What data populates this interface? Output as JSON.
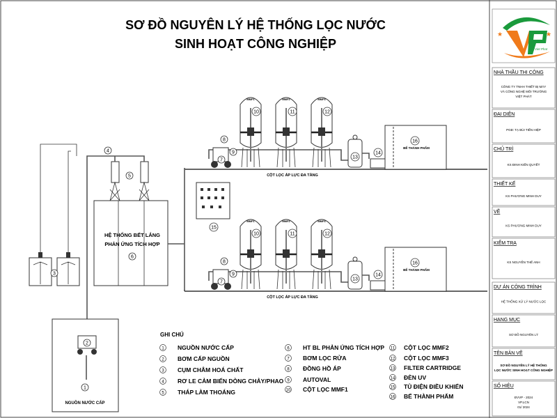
{
  "title": {
    "line1": "SƠ ĐỒ NGUYÊN LÝ HỆ THỐNG LỌC NƯỚC",
    "line2": "SINH HOẠT CÔNG NGHIỆP"
  },
  "logo": {
    "text": "Viet Phat",
    "colors": {
      "green": "#1a9a3c",
      "orange": "#f07a1a"
    }
  },
  "diagram": {
    "settling_tank_label_1": "HỆ THỐNG BẾT LẮNG",
    "settling_tank_label_2": "PHẢN ỨNG TÍCH HỢP",
    "source_label": "NGUỒN NƯỚC CẤP",
    "filter_row_label": "CỘT LỌC ÁP LỰC ĐA TẦNG",
    "product_tank_label": "BỂ THÀNH PHẨM",
    "mmf_tags": [
      "MMF1",
      "MMF2",
      "MMF3"
    ],
    "numbers": [
      "1",
      "2",
      "3",
      "4",
      "5",
      "6",
      "7",
      "8",
      "9",
      "10",
      "11",
      "12",
      "13",
      "14",
      "15",
      "16"
    ]
  },
  "legend": {
    "title": "GHI CHÚ",
    "items": [
      {
        "n": "1",
        "label": "NGUỒN NƯỚC CẤP"
      },
      {
        "n": "2",
        "label": "BƠM CẤP NGUỒN"
      },
      {
        "n": "3",
        "label": "CỤM CHÂM HOÁ CHẤT"
      },
      {
        "n": "4",
        "label": "RƠ LE CẢM BIẾN DÒNG CHẢY/PHAO"
      },
      {
        "n": "5",
        "label": "THÁP LÀM THOÁNG"
      },
      {
        "n": "6",
        "label": "HT BL PHẢN ỨNG TÍCH HỢP"
      },
      {
        "n": "7",
        "label": "BƠM LỌC RỬA"
      },
      {
        "n": "8",
        "label": "ĐỒNG HỒ ÁP"
      },
      {
        "n": "9",
        "label": "AUTOVAL"
      },
      {
        "n": "10",
        "label": "CỘT LỌC MMF1"
      },
      {
        "n": "11",
        "label": "CỘT LỌC MMF2"
      },
      {
        "n": "12",
        "label": "CỘT LỌC MMF3"
      },
      {
        "n": "13",
        "label": "FILTER CARTRIDGE"
      },
      {
        "n": "14",
        "label": "ĐÈN UV"
      },
      {
        "n": "15",
        "label": "TỦ ĐIỆN ĐIỀU KHIỂN"
      },
      {
        "n": "16",
        "label": "BỂ THÀNH PHẨM"
      }
    ]
  },
  "title_block": [
    {
      "heading": "NHÀ THẦU THI CÔNG",
      "lines": [
        "CÔNG TY TNHH THIẾT BỊ MÁY",
        "VÀ CÔNG NGHỆ MÔI TRƯỜNG",
        "VIỆT PHÁT"
      ]
    },
    {
      "heading": "ĐẠI DIỆN",
      "lines": [
        "PGĐ: TẠ BÙI TIẾN HIỆP"
      ]
    },
    {
      "heading": "CHỦ TRÌ",
      "lines": [
        "KS ĐINH KIẾN QUYẾT"
      ]
    },
    {
      "heading": "THIẾT KẾ",
      "lines": [
        "KS PHƯƠNG MINH DUY"
      ]
    },
    {
      "heading": "VẼ",
      "lines": [
        "KS PHƯƠNG MINH DUY"
      ]
    },
    {
      "heading": "KIỂM TRA",
      "lines": [
        "KS NGUYỄN THẾ ANH"
      ]
    },
    {
      "heading": "DỰ ÁN CÔNG TRÌNH",
      "lines": [
        "HỆ THỐNG XỬ LÝ NƯỚC LỌC"
      ]
    },
    {
      "heading": "HẠNG MỤC",
      "lines": [
        "SƠ ĐỒ NGUYÊN LÝ"
      ]
    },
    {
      "heading": "TÊN BẢN VẼ",
      "lines": [
        "SƠ ĐỒ NGUYÊN LÝ HỆ THỐNG",
        "LỌC NƯỚC SINH HOẠT CÔNG NGHIỆP"
      ]
    },
    {
      "heading": "SỐ HIỆU",
      "lines": [
        "ĐVVP - 2024",
        "VP.LCN",
        "01/ 2024"
      ]
    }
  ]
}
